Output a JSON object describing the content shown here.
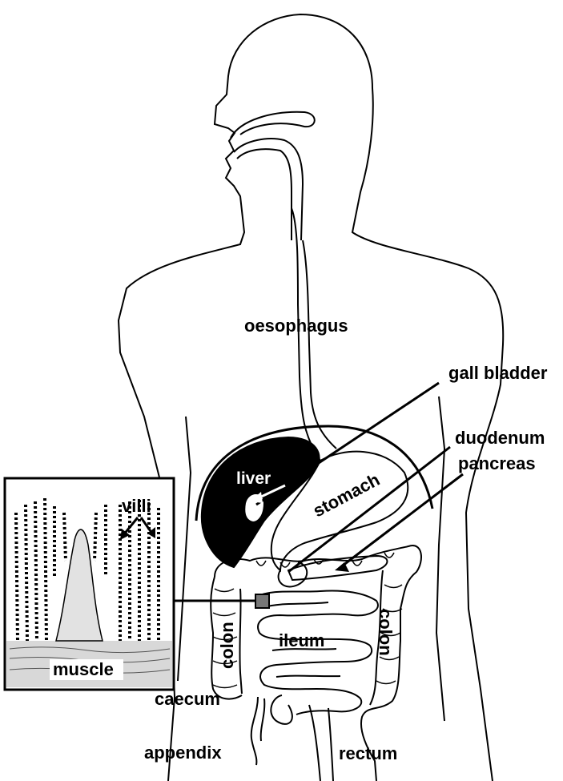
{
  "labels": {
    "oesophagus": "oesophagus",
    "gall_bladder": "gall bladder",
    "duodenum": "duodenum",
    "pancreas": "pancreas",
    "liver": "liver",
    "stomach": "stomach",
    "villi": "villi",
    "muscle": "muscle",
    "colon_left": "colon",
    "colon_right": "colon",
    "ileum": "ileum",
    "caecum": "caecum",
    "appendix": "appendix",
    "rectum": "rectum"
  },
  "colors": {
    "ink": "#000000",
    "paper": "#ffffff",
    "inset_fill": "#777777"
  }
}
